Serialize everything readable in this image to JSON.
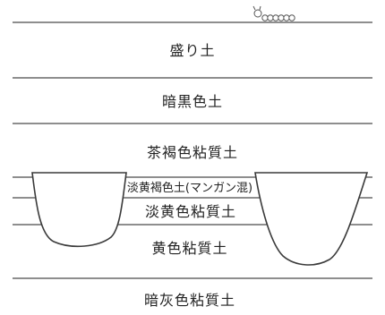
{
  "diagram": {
    "layers": [
      {
        "id": "fill",
        "label": "盛り土"
      },
      {
        "id": "dark-black",
        "label": "暗黒色土"
      },
      {
        "id": "brown-clay",
        "label": "茶褐色粘質土"
      },
      {
        "id": "pale-brown-manganese",
        "label": "淡黄褐色土(マンガン混)"
      },
      {
        "id": "pale-yellow-clay",
        "label": "淡黄色粘質土"
      },
      {
        "id": "yellow-clay",
        "label": "黄色粘質土"
      },
      {
        "id": "dark-grey-clay",
        "label": "暗灰色粘質土"
      }
    ],
    "icon": "caterpillar-icon",
    "colors": {
      "line": "#4a4a4a",
      "text": "#222222"
    }
  }
}
